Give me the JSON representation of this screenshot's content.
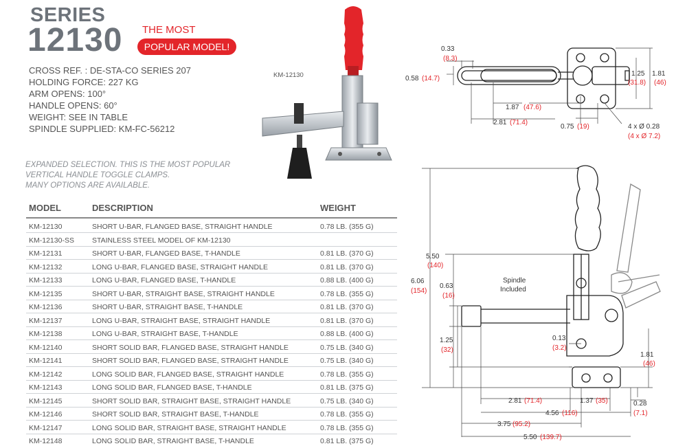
{
  "header": {
    "series_word": "SERIES",
    "series_number": "12130",
    "tagline_1": "THE MOST",
    "tagline_2": "POPULAR MODEL!"
  },
  "specs": [
    "CROSS REF. : DE-STA-CO SERIES 207",
    "HOLDING FORCE: 227 KG",
    "ARM OPENS: 100°",
    "HANDLE OPENS: 60°",
    "WEIGHT: SEE IN TABLE",
    "SPINDLE SUPPLIED: KM-FC-56212"
  ],
  "product_image_caption": "KM-12130",
  "note_lines": [
    "EXPANDED SELECTION. THIS IS THE MOST POPULAR",
    "VERTICAL HANDLE TOGGLE CLAMPS.",
    "MANY OPTIONS ARE AVAILABLE."
  ],
  "table": {
    "headers": {
      "model": "MODEL",
      "description": "DESCRIPTION",
      "weight": "WEIGHT"
    },
    "rows": [
      {
        "model": "KM-12130",
        "description": "SHORT U-BAR, FLANGED BASE, STRAIGHT HANDLE",
        "weight": "0.78 LB. (355 G)"
      },
      {
        "model": "KM-12130-SS",
        "description": "STAINLESS STEEL MODEL OF KM-12130",
        "weight": ""
      },
      {
        "model": "KM-12131",
        "description": "SHORT U-BAR, FLANGED BASE, T-HANDLE",
        "weight": "0.81 LB. (370 G)"
      },
      {
        "model": "KM-12132",
        "description": "LONG U-BAR, FLANGED BASE, STRAIGHT HANDLE",
        "weight": "0.81 LB. (370 G)"
      },
      {
        "model": "KM-12133",
        "description": "LONG U-BAR, FLANGED BASE, T-HANDLE",
        "weight": "0.88 LB. (400 G)"
      },
      {
        "model": "KM-12135",
        "description": "SHORT U-BAR, STRAIGHT BASE, STRAIGHT HANDLE",
        "weight": "0.78 LB. (355 G)"
      },
      {
        "model": "KM-12136",
        "description": "SHORT U-BAR, STRAIGHT BASE, T-HANDLE",
        "weight": "0.81 LB. (370 G)"
      },
      {
        "model": "KM-12137",
        "description": "LONG U-BAR, STRAIGHT BASE, STRAIGHT HANDLE",
        "weight": "0.81 LB. (370 G)"
      },
      {
        "model": "KM-12138",
        "description": "LONG U-BAR, STRAIGHT BASE, T-HANDLE",
        "weight": "0.88 LB. (400 G)"
      },
      {
        "model": "KM-12140",
        "description": "SHORT SOLID BAR, FLANGED BASE, STRAIGHT HANDLE",
        "weight": "0.75 LB. (340 G)"
      },
      {
        "model": "KM-12141",
        "description": "SHORT SOLID BAR, FLANGED BASE, STRAIGHT HANDLE",
        "weight": "0.75 LB. (340 G)"
      },
      {
        "model": "KM-12142",
        "description": "LONG SOLID BAR, FLANGED BASE, STRAIGHT HANDLE",
        "weight": "0.78 LB. (355 G)"
      },
      {
        "model": "KM-12143",
        "description": "LONG SOLID BAR, FLANGED BASE, T-HANDLE",
        "weight": "0.81 LB. (375 G)"
      },
      {
        "model": "KM-12145",
        "description": "SHORT SOLID BAR, STRAIGHT BASE, STRAIGHT HANDLE",
        "weight": "0.75 LB. (340 G)"
      },
      {
        "model": "KM-12146",
        "description": "SHORT SOLID BAR, STRAIGHT BASE, T-HANDLE",
        "weight": "0.78 LB. (355 G)"
      },
      {
        "model": "KM-12147",
        "description": "LONG SOLID BAR, STRAIGHT BASE, STRAIGHT HANDLE",
        "weight": "0.78 LB. (355 G)"
      },
      {
        "model": "KM-12148",
        "description": "LONG SOLID BAR, STRAIGHT BASE, T-HANDLE",
        "weight": "0.81 LB. (375 G)"
      }
    ]
  },
  "top_view": {
    "d1": "0.33",
    "d1_mm": "(8.3)",
    "d2": "0.58",
    "d2_mm": "(14.7)",
    "d3": "1.87",
    "d3_mm": "(47.6)",
    "d4": "2.81",
    "d4_mm": "(71.4)",
    "d5": "0.75",
    "d5_mm": "(19)",
    "d6": "1.25",
    "d6_mm": "(31.8)",
    "d7": "1.81",
    "d7_mm": "(46)",
    "holes": "4 x Ø 0.28",
    "holes_mm": "(4 x Ø 7.2)"
  },
  "side_view": {
    "h1": "5.50",
    "h1_mm": "(140)",
    "h2": "6.06",
    "h2_mm": "(154)",
    "h3": "0.63",
    "h3_mm": "(16)",
    "h4": "1.25",
    "h4_mm": "(32)",
    "h5": "0.13",
    "h5_mm": "(3.2)",
    "h6": "1.81",
    "h6_mm": "(46)",
    "h7": "0.28",
    "h7_mm": "(7.1)",
    "w1": "2.81",
    "w1_mm": "(71.4)",
    "w2": "1.37",
    "w2_mm": "(35)",
    "w3": "4.56",
    "w3_mm": "(116)",
    "w4": "3.75",
    "w4_mm": "(95.2)",
    "w5": "5.50",
    "w5_mm": "(139.7)",
    "spindle_line1": "Spindle",
    "spindle_line2": "Included"
  },
  "colors": {
    "accent": "#e3252a",
    "title_gray": "#6d737a",
    "text": "#555555"
  }
}
